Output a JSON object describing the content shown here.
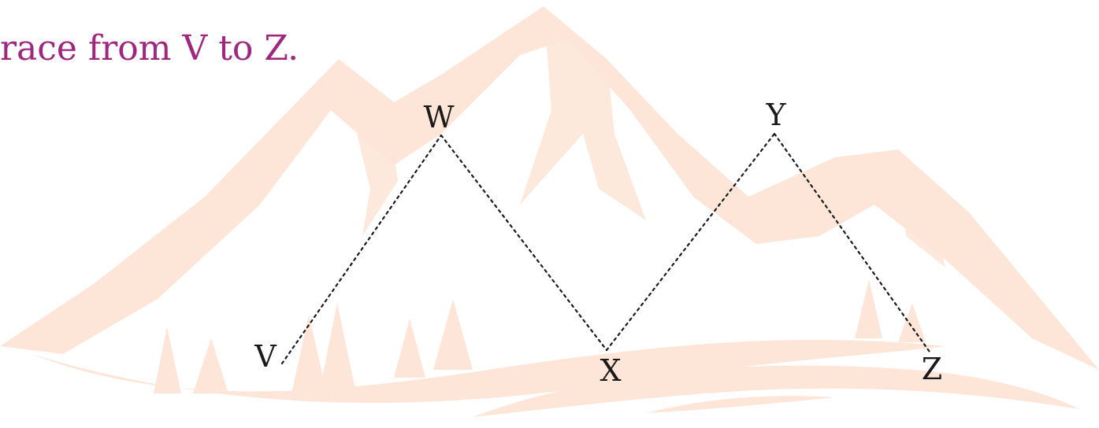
{
  "instruction": "race from V to Z.",
  "colors": {
    "instruction_text": "#a0267e",
    "label_text": "#1a1a1a",
    "trace_line": "#1a1a1a",
    "watermark": "#fde5d8"
  },
  "watermark": {
    "icon": "mountain-landscape-icon"
  },
  "path": {
    "points": [
      {
        "id": "V",
        "label": "V"
      },
      {
        "id": "W",
        "label": "W"
      },
      {
        "id": "X",
        "label": "X"
      },
      {
        "id": "Y",
        "label": "Y"
      },
      {
        "id": "Z",
        "label": "Z"
      }
    ],
    "line_style": "dotted"
  }
}
